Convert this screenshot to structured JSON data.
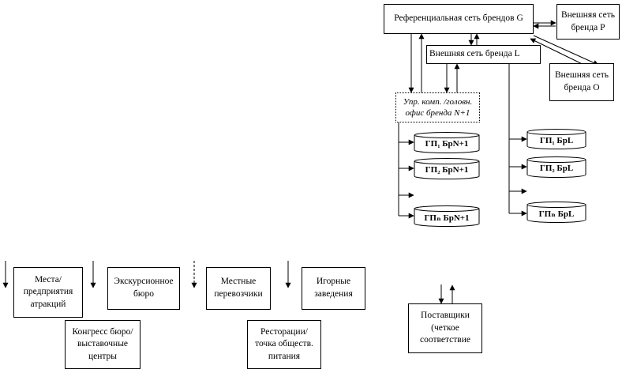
{
  "diagram": {
    "ref_network": "Референциальная сеть брендов G",
    "external_p": "Внешняя сеть бренда P",
    "external_l": "Внешняя сеть бренда L",
    "external_o": "Внешняя сеть бренда O",
    "mgmt_office": "Упр. комп. /головн. офис бренда N+1",
    "hotels_n1": [
      "ГП₁ БрN+1",
      "ГП₂ БрN+1",
      "ГПₙ БрN+1"
    ],
    "hotels_l": [
      "ГП₁ БрL",
      "ГП₂ БрL",
      "ГПₙ БрL"
    ],
    "attractions": "Места/ предприятия атракций",
    "excursion": "Экскурсионное бюро",
    "carriers": "Местные перевозчики",
    "gaming": "Игорные заведения",
    "congress": "Конгресс бюро/ выставочные центры",
    "restaurants": "Ресторации/ точка обществ. питания",
    "suppliers": "Поставщики (четкое соответствие"
  }
}
